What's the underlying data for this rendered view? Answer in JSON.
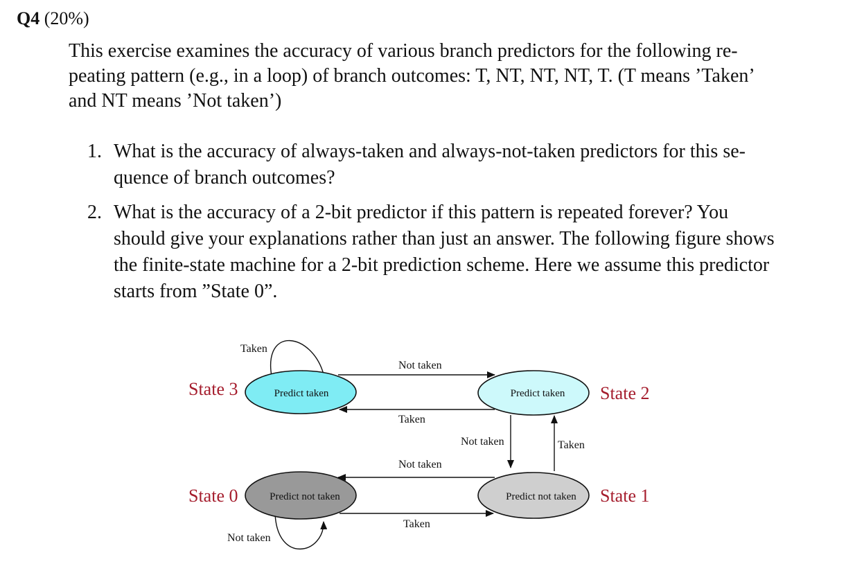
{
  "question": {
    "number": "Q4",
    "weight": "(20%)"
  },
  "intro_lines": [
    "This exercise examines the accuracy of various branch predictors for the following re-",
    "peating pattern (e.g., in a loop) of branch outcomes: T, NT, NT, NT, T. (T means ’Taken’",
    "and NT means ’Not taken’)"
  ],
  "items": [
    {
      "number": "1.",
      "lines": [
        "What is the accuracy of always-taken and always-not-taken predictors for this se-",
        "quence of branch outcomes?"
      ]
    },
    {
      "number": "2.",
      "lines": [
        "What is the accuracy of a 2-bit predictor if this pattern is repeated forever? You",
        "should give your explanations rather than just an answer. The following figure shows",
        "the finite-state machine for a 2-bit prediction scheme. Here we assume this predictor",
        "starts from ”State 0”."
      ]
    }
  ],
  "diagram": {
    "colors": {
      "state3_fill": "#7fecf4",
      "state2_fill": "#cdf9fb",
      "state1_fill": "#cfcfcf",
      "state0_fill": "#999999",
      "state_label": "#a51d2d",
      "line": "#111111"
    },
    "states": {
      "s3": {
        "name": "State 3",
        "text": "Predict taken"
      },
      "s2": {
        "name": "State 2",
        "text": "Predict taken"
      },
      "s1": {
        "name": "State 1",
        "text": "Predict not taken"
      },
      "s0": {
        "name": "State 0",
        "text": "Predict not taken"
      }
    },
    "edges": {
      "s3_self": "Taken",
      "s3_to_s2": "Not taken",
      "s2_to_s3": "Taken",
      "s2_to_s1": "Not taken",
      "s1_to_s2": "Taken",
      "s1_to_s0": "Not taken",
      "s0_to_s1": "Taken",
      "s0_self": "Not taken"
    }
  }
}
